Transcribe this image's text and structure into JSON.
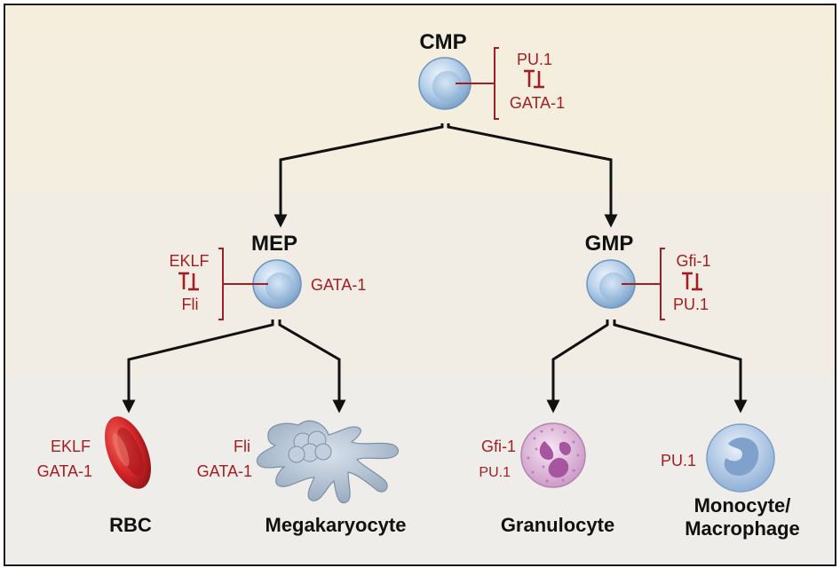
{
  "nodes": {
    "cmp": {
      "label": "CMP",
      "factor_top": "PU.1",
      "factor_bottom": "GATA-1"
    },
    "mep": {
      "label": "MEP",
      "factor_left_top": "EKLF",
      "factor_left_bottom": "Fli",
      "factor_right": "GATA-1"
    },
    "gmp": {
      "label": "GMP",
      "factor_top": "Gfi-1",
      "factor_bottom": "PU.1"
    }
  },
  "cells": {
    "rbc": {
      "label": "RBC",
      "factor_1": "EKLF",
      "factor_2": "GATA-1"
    },
    "megakaryocyte": {
      "label": "Megakaryocyte",
      "factor_1": "Fli",
      "factor_2": "GATA-1"
    },
    "granulocyte": {
      "label": "Granulocyte",
      "factor_1": "Gfi-1",
      "factor_2": "PU.1"
    },
    "monocyte": {
      "label_line1": "Monocyte/",
      "label_line2": "Macrophage",
      "factor_1": "PU.1"
    }
  },
  "colors": {
    "factor_text": "#a31e22",
    "label_text": "#111111",
    "progenitor_fill": "#a9c8e6",
    "rbc_fill": "#d22a2a",
    "megakaryocyte_fill": "#aab8c8",
    "granulocyte_fill": "#e7c6e3",
    "monocyte_fill": "#b9cfe8"
  }
}
